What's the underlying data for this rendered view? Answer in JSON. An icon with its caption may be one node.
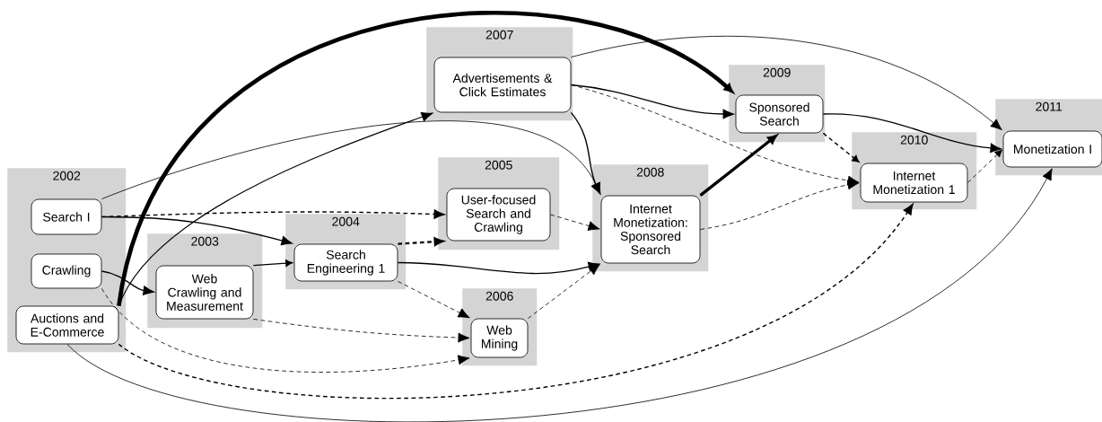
{
  "diagram": {
    "nodes": [
      {
        "text": [
          "2002"
        ]
      },
      {
        "text": [
          "Search I"
        ],
        "in": 0
      },
      {
        "text": [
          "Crawling"
        ],
        "in": 0
      },
      {
        "text": [
          "Auctions and E-Commerce"
        ],
        "in": 0
      },
      {
        "text": [
          "2003"
        ]
      },
      {
        "text": [
          "Web Crawling and Measurement"
        ],
        "in": 4
      },
      {
        "text": [
          "2004"
        ]
      },
      {
        "text": [
          "Search Engineering 1"
        ],
        "in": 6
      },
      {
        "text": [
          "2005"
        ]
      },
      {
        "text": [
          "User-focused Search and Crawling"
        ],
        "in": 8
      },
      {
        "text": [
          "2006"
        ]
      },
      {
        "text": [
          "Web Mining"
        ],
        "in": 10
      },
      {
        "text": [
          "2007"
        ]
      },
      {
        "text": [
          "Advertisements & Click Estimates"
        ],
        "in": 12
      },
      {
        "text": [
          "2008"
        ]
      },
      {
        "text": [
          "Internet Monetization: Sponsored Search"
        ],
        "in": 14
      },
      {
        "text": [
          "2009"
        ]
      },
      {
        "text": [
          "Sponsored Search"
        ],
        "in": 16
      },
      {
        "text": [
          "2010"
        ]
      },
      {
        "text": [
          "Internet Monetization 1"
        ],
        "in": 18
      },
      {
        "text": [
          "2011"
        ]
      },
      {
        "text": [
          "Monetization I"
        ],
        "in": 20
      }
    ],
    "edges": [
      {
        "from": 1,
        "to": 7,
        "arrow": "to"
      },
      {
        "from": 1,
        "to": 9,
        "arrow": "to",
        "style": "dashed"
      },
      {
        "from": 1,
        "to": 15,
        "arrow": "to"
      },
      {
        "from": 2,
        "to": 5,
        "arrow": "to"
      },
      {
        "from": 2,
        "to": 11,
        "arrow": "to",
        "style": "dashed"
      },
      {
        "from": 3,
        "to": 17,
        "arrow": "to",
        "style": "thick"
      },
      {
        "from": 3,
        "to": 13,
        "arrow": "to"
      },
      {
        "from": 3,
        "to": 19,
        "arrow": "to",
        "style": "dashed"
      },
      {
        "from": 3,
        "to": 21,
        "arrow": "to"
      },
      {
        "from": 5,
        "to": 7,
        "arrow": "to"
      },
      {
        "from": 5,
        "to": 11,
        "arrow": "to",
        "style": "dashed"
      },
      {
        "from": 7,
        "to": 9,
        "arrow": "to",
        "style": "dashed"
      },
      {
        "from": 7,
        "to": 15,
        "arrow": "to"
      },
      {
        "from": 7,
        "to": 11,
        "arrow": "to",
        "style": "dashed"
      },
      {
        "from": 9,
        "to": 15,
        "arrow": "to",
        "style": "dashed"
      },
      {
        "from": 11,
        "to": 15,
        "arrow": "to",
        "style": "dashed"
      },
      {
        "from": 13,
        "to": 17,
        "arrow": "to"
      },
      {
        "from": 13,
        "to": 15,
        "arrow": "to"
      },
      {
        "from": 13,
        "to": 19,
        "arrow": "to",
        "style": "dashed"
      },
      {
        "from": 13,
        "to": 21,
        "arrow": "to"
      },
      {
        "from": 15,
        "to": 17,
        "arrow": "to",
        "style": "thick"
      },
      {
        "from": 15,
        "to": 19,
        "arrow": "to",
        "style": "dashed"
      },
      {
        "from": 17,
        "to": 21,
        "arrow": "to"
      },
      {
        "from": 17,
        "to": 19,
        "arrow": "to",
        "style": "dashed"
      },
      {
        "from": 19,
        "to": 21,
        "arrow": "to",
        "style": "dashed"
      }
    ]
  }
}
